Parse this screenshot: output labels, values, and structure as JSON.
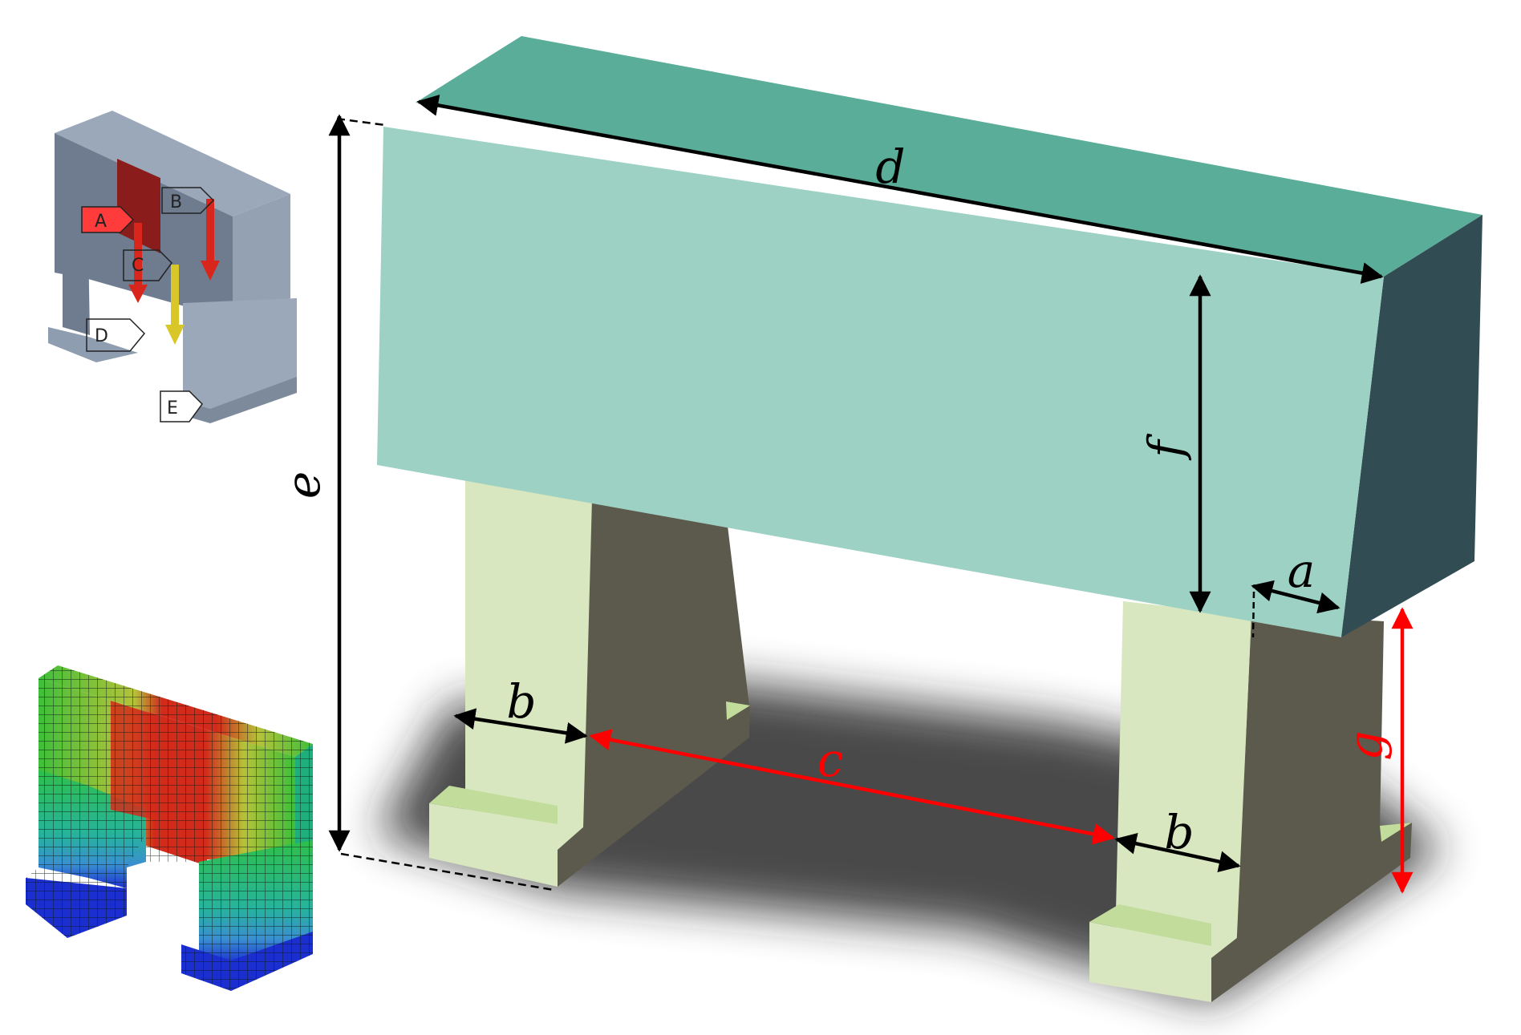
{
  "dimensions": {
    "a": "a",
    "b_left": "b",
    "b_right": "b",
    "c": "c",
    "d": "d",
    "e": "e",
    "f": "f",
    "g": "g"
  },
  "load_tags": [
    "A",
    "B",
    "C",
    "D",
    "E"
  ],
  "colors": {
    "beam_front": "#9dd1c3",
    "beam_top": "#5aad98",
    "beam_side": "#314c53",
    "column_front": "#d8e7bf",
    "column_side": "#5c5a4d",
    "column_top": "#c2dc9c",
    "dimension_black": "#000000",
    "dimension_red": "#ff0000",
    "load_model_body": "#8f9db0",
    "load_model_highlight": "#8b1c1c",
    "load_arrow_red": "#d9261c",
    "load_arrow_yellow": "#d9c72a"
  }
}
